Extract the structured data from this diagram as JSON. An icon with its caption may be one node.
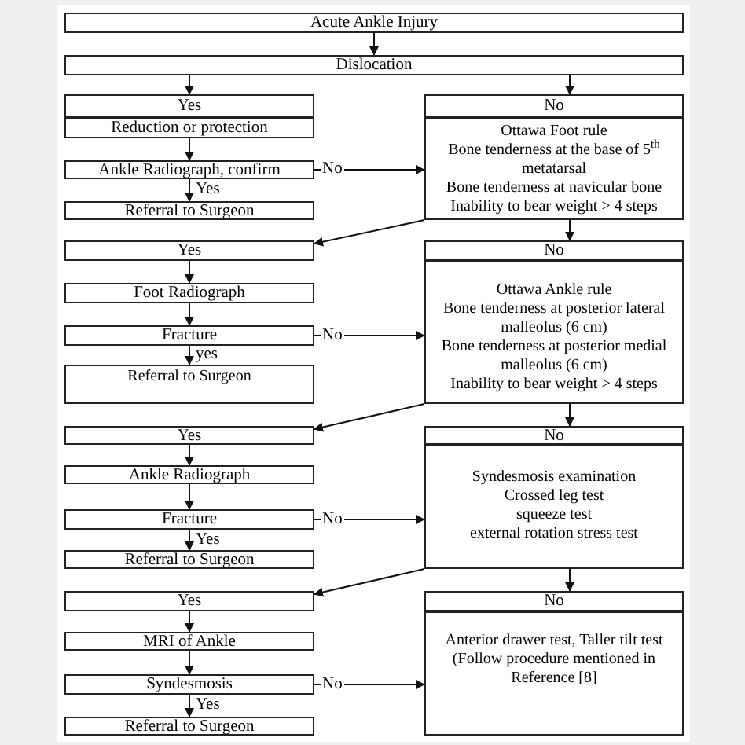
{
  "diagram": {
    "nodes": [
      {
        "text": [
          "Acute Ankle Injury"
        ]
      },
      {
        "text": [
          "Dislocation"
        ]
      },
      {
        "text": [
          "Yes"
        ]
      },
      {
        "text": [
          "Reduction or protection"
        ]
      },
      {
        "text": [
          "Ankle Radiograph, confirm"
        ]
      },
      {
        "text": [
          "Referral to Surgeon"
        ]
      },
      {
        "text": [
          "No"
        ]
      },
      {
        "text": [
          "Ottawa Foot rule",
          "Bone tenderness at the base of 5$^{th}$ metatarsal",
          "Bone tenderness at navicular bone",
          "Inability to bear weight > 4 steps"
        ]
      },
      {
        "text": [
          "Yes"
        ]
      },
      {
        "text": [
          "Foot Radiograph"
        ]
      },
      {
        "text": [
          "Fracture"
        ]
      },
      {
        "text": [
          "Referral to Surgeon"
        ]
      },
      {
        "text": [
          "No"
        ]
      },
      {
        "text": [
          "Ottawa Ankle rule",
          "Bone tenderness at posterior lateral malleolus (6 cm)",
          "Bone tenderness at posterior medial malleolus (6 cm)",
          "Inability to bear weight > 4 steps"
        ]
      },
      {
        "text": [
          "Yes"
        ]
      },
      {
        "text": [
          "Ankle Radiograph"
        ]
      },
      {
        "text": [
          "Fracture"
        ]
      },
      {
        "text": [
          "Referral to Surgeon"
        ]
      },
      {
        "text": [
          "No"
        ]
      },
      {
        "text": [
          "Syndesmosis examination",
          "Crossed leg test",
          "squeeze test",
          "external rotation stress test"
        ]
      },
      {
        "text": [
          "Yes"
        ]
      },
      {
        "text": [
          "MRI of Ankle"
        ]
      },
      {
        "text": [
          "Syndesmosis"
        ]
      },
      {
        "text": [
          "Referral to Surgeon"
        ]
      },
      {
        "text": [
          "No"
        ]
      },
      {
        "text": [
          "Anterior drawer test, Taller tilt test (Follow procedure mentioned in Reference [8]"
        ]
      }
    ],
    "edges": [
      {
        "from": 0,
        "to": 1,
        "arrow": "to"
      },
      {
        "from": 1,
        "to": 2,
        "arrow": "to"
      },
      {
        "from": 1,
        "to": 6,
        "arrow": "to"
      },
      {
        "from": 3,
        "to": 4,
        "arrow": "to"
      },
      {
        "from": 4,
        "to": 5,
        "arrow": "to",
        "label": "Yes"
      },
      {
        "from": 4,
        "to": 7,
        "arrow": "to",
        "label": "No"
      },
      {
        "from": 7,
        "to": 8,
        "arrow": "to"
      },
      {
        "from": 7,
        "to": 12,
        "arrow": "to"
      },
      {
        "from": 8,
        "to": 9,
        "arrow": "to"
      },
      {
        "from": 9,
        "to": 10,
        "arrow": "to"
      },
      {
        "from": 10,
        "to": 11,
        "arrow": "to",
        "label": "yes"
      },
      {
        "from": 10,
        "to": 13,
        "arrow": "to",
        "label": "No"
      },
      {
        "from": 13,
        "to": 14,
        "arrow": "to"
      },
      {
        "from": 13,
        "to": 18,
        "arrow": "to"
      },
      {
        "from": 14,
        "to": 15,
        "arrow": "to"
      },
      {
        "from": 15,
        "to": 16,
        "arrow": "to"
      },
      {
        "from": 16,
        "to": 17,
        "arrow": "to",
        "label": "Yes"
      },
      {
        "from": 16,
        "to": 19,
        "arrow": "to",
        "label": "No"
      },
      {
        "from": 19,
        "to": 20,
        "arrow": "to"
      },
      {
        "from": 19,
        "to": 24,
        "arrow": "to"
      },
      {
        "from": 20,
        "to": 21,
        "arrow": "to"
      },
      {
        "from": 21,
        "to": 22,
        "arrow": "to"
      },
      {
        "from": 22,
        "to": 23,
        "arrow": "to",
        "label": "Yes"
      },
      {
        "from": 22,
        "to": 25,
        "arrow": "to",
        "label": "No"
      }
    ]
  }
}
